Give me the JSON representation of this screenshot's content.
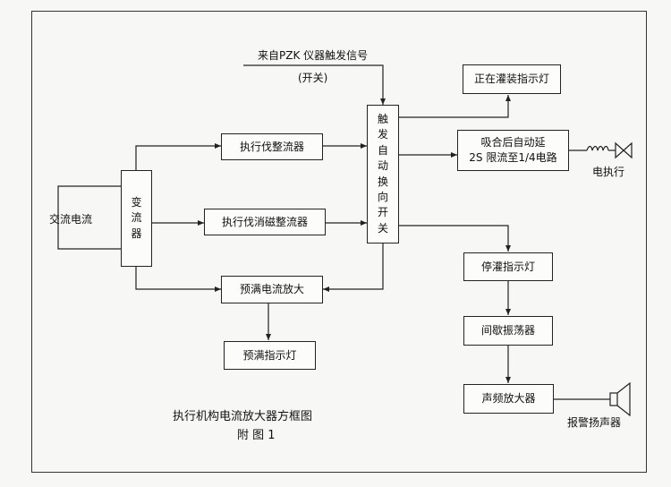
{
  "input_label": "交流电流",
  "trigger_label": "来自PZK 仪器触发信号",
  "trigger_sub": "(开关)",
  "boxes": {
    "transformer": "变流器",
    "rectifier": "执行伐整流器",
    "demag_rectifier": "执行伐消磁整流器",
    "preamp": "预满电流放大",
    "full_lamp": "预满指示灯",
    "switch": "触发自动换向开关",
    "filling_lamp": "正在灌装指示灯",
    "limiter_line1": "吸合后自动延",
    "limiter_line2": "2S 限流至1/4电路",
    "stop_lamp": "停灌指示灯",
    "oscillator": "间歇振荡器",
    "audio_amp": "声频放大器"
  },
  "actuator_label": "电执行",
  "speaker_label": "报警扬声器",
  "caption_title": "执行机构电流放大器方框图",
  "caption_sub": "附 图 1"
}
